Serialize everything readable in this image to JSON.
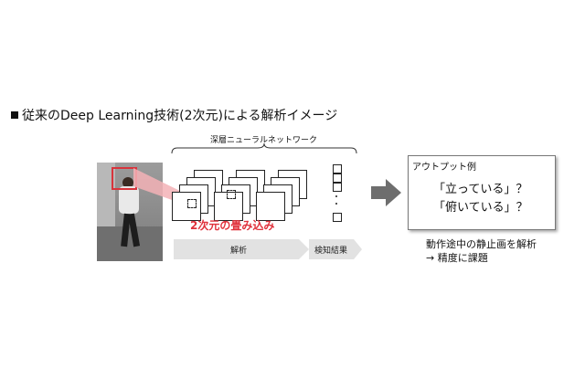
{
  "heading": "従来のDeep Learning技術(2次元)による解析イメージ",
  "network_label": "深層ニューラルネットワーク",
  "convolution_label": "2次元の畳み込み",
  "bar_analysis": "解析",
  "bar_result": "検知結果",
  "output_title": "アウトプット例",
  "output_lines": [
    "「立っている」？",
    "「俯いている」？"
  ],
  "notes": [
    "動作途中の静止画を解析",
    "→ 精度に課題"
  ],
  "colors": {
    "accent_red": "#e0323c",
    "arrow_gray": "#6e6e6e",
    "bar_gray": "#e2e2e2"
  }
}
